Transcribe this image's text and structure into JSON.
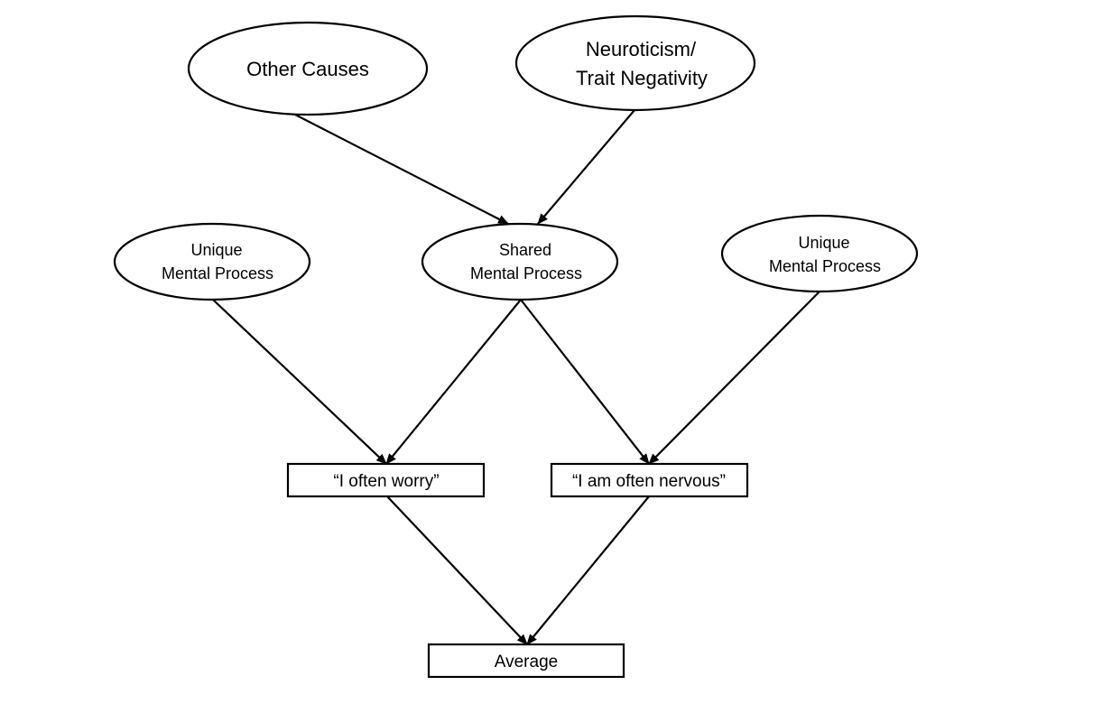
{
  "nodes": {
    "other_causes": {
      "label": "Other Causes"
    },
    "neuroticism": {
      "lines": [
        "Neuroticism/",
        "Trait Negativity"
      ]
    },
    "unique_left": {
      "lines": [
        "Unique",
        "Mental Process"
      ]
    },
    "shared": {
      "lines": [
        "Shared",
        "Mental Process"
      ]
    },
    "unique_right": {
      "lines": [
        "Unique",
        "Mental Process"
      ]
    },
    "item_worry": {
      "label": "“I often worry”"
    },
    "item_nervous": {
      "label": "“I am often nervous”"
    },
    "average": {
      "label": "Average"
    }
  },
  "edges": [
    {
      "from": "other_causes",
      "to": "shared"
    },
    {
      "from": "neuroticism",
      "to": "shared"
    },
    {
      "from": "unique_left",
      "to": "item_worry"
    },
    {
      "from": "shared",
      "to": "item_worry"
    },
    {
      "from": "shared",
      "to": "item_nervous"
    },
    {
      "from": "unique_right",
      "to": "item_nervous"
    },
    {
      "from": "item_worry",
      "to": "average"
    },
    {
      "from": "item_nervous",
      "to": "average"
    }
  ]
}
